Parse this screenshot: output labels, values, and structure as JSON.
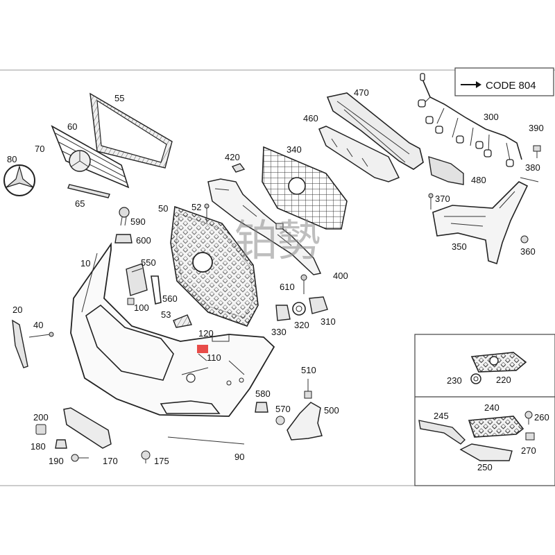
{
  "code_ref": "CODE 804",
  "watermark": "铂勢",
  "parts": [
    "55",
    "60",
    "70",
    "80",
    "65",
    "590",
    "600",
    "550",
    "10",
    "100",
    "560",
    "50",
    "52",
    "420",
    "340",
    "460",
    "470",
    "300",
    "390",
    "380",
    "480",
    "370",
    "350",
    "360",
    "400",
    "610",
    "53",
    "330",
    "320",
    "310",
    "20",
    "40",
    "120",
    "110",
    "230",
    "220",
    "245",
    "240",
    "260",
    "270",
    "250",
    "510",
    "580",
    "570",
    "500",
    "200",
    "180",
    "190",
    "170",
    "175",
    "90"
  ]
}
